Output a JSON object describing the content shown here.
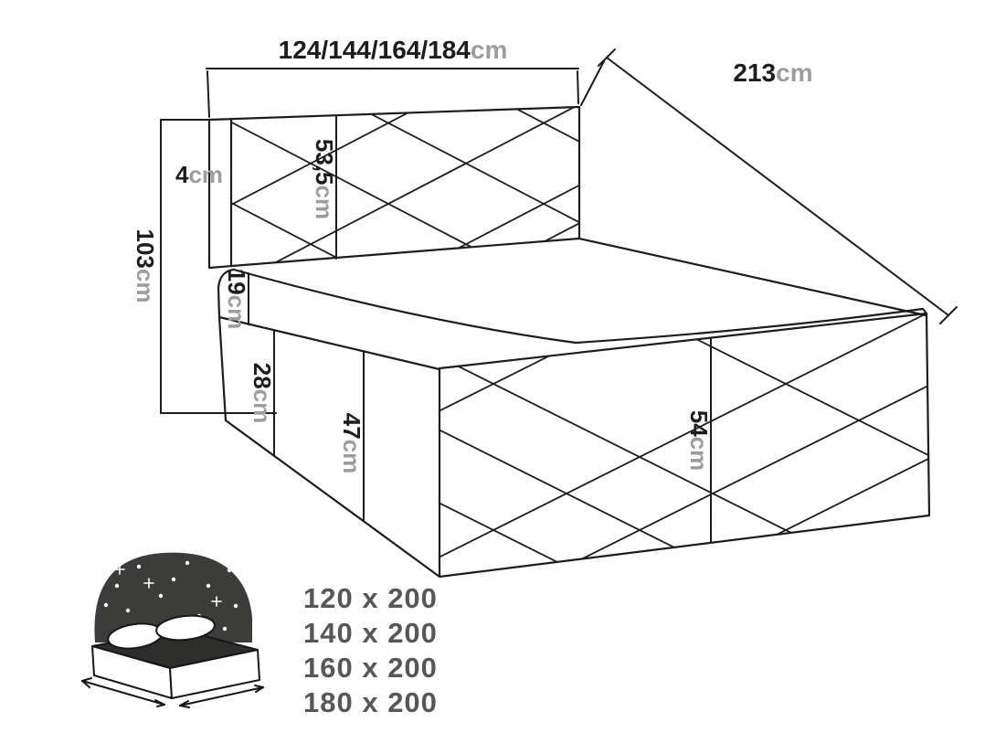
{
  "diagram": {
    "dimensions": {
      "width": {
        "value": "124/144/164/184",
        "unit": "cm"
      },
      "depth": {
        "value": "213",
        "unit": "cm"
      },
      "frame_border": {
        "value": "4",
        "unit": "cm"
      },
      "headboard_panel_height": {
        "value": "53,5",
        "unit": "cm"
      },
      "total_height": {
        "value": "103",
        "unit": "cm"
      },
      "mattress_thickness": {
        "value": "19",
        "unit": "cm"
      },
      "upper_base_height": {
        "value": "28",
        "unit": "cm"
      },
      "base_height": {
        "value": "47",
        "unit": "cm"
      },
      "side_panel_height": {
        "value": "54",
        "unit": "cm"
      }
    },
    "size_options": [
      {
        "label": "120 x 200"
      },
      {
        "label": "140 x 200"
      },
      {
        "label": "160 x 200"
      },
      {
        "label": "180 x 200"
      }
    ],
    "colors": {
      "line": "#1d1d1b",
      "value_text": "#1d1d1b",
      "unit_text": "#9d9d9c",
      "size_text": "#575756",
      "night_fill": "#3c3c3b",
      "background": "#ffffff"
    }
  }
}
